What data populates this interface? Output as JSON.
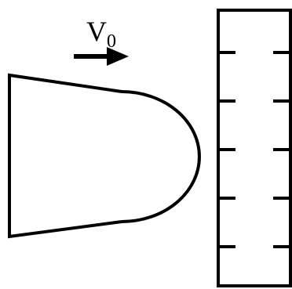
{
  "velocity_label": {
    "symbol": "V",
    "subscript": "0"
  },
  "colors": {
    "stroke": "#000000",
    "background": "#ffffff"
  },
  "ruler": {
    "tick_count": 5
  }
}
